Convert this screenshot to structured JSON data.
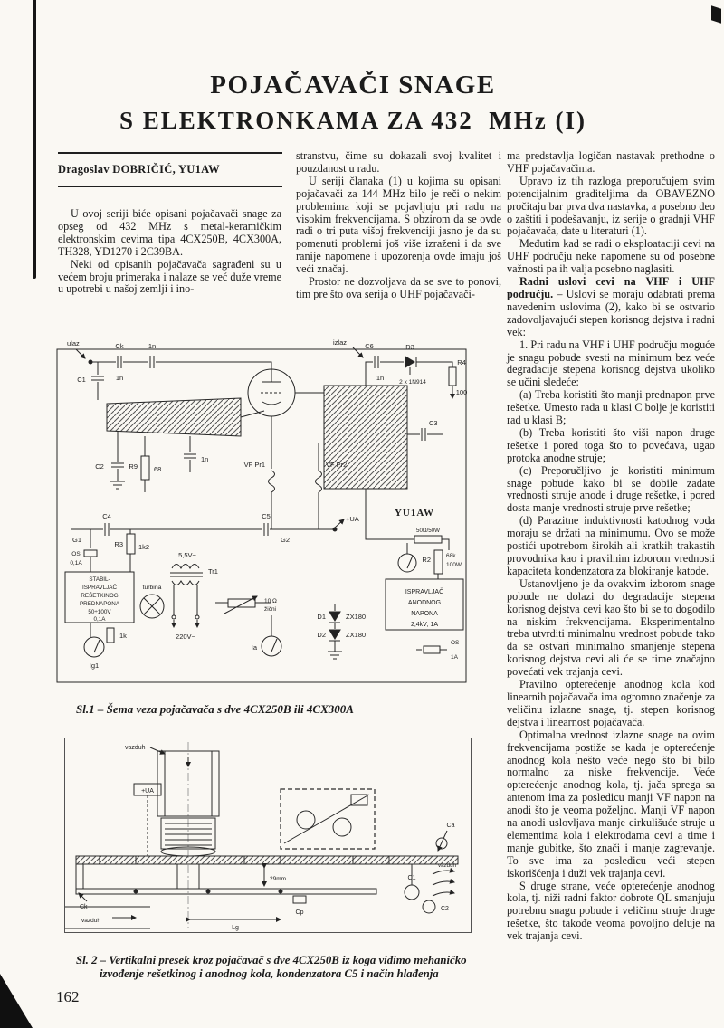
{
  "header": {
    "title_line1": "POJAČAVAČI SNAGE",
    "title_line2": "S ELEKTRONKAMA ZA 432  MHz (I)",
    "author": "Dragoslav DOBRIČIĆ, YU1AW"
  },
  "columns": {
    "col1": [
      "U ovoj seriji biće opisani pojačavači snage za opseg od 432 MHz s metal-keramičkim elektronskim cevima tipa 4CX250B, 4CX300A, TH328, YD1270 i 2C39BA.",
      "Neki od opisanih pojačavača sagrađeni su u većem broju primeraka i nalaze se već duže vreme u upotrebi u našoj zemlji i ino-"
    ],
    "col2": [
      "stranstvu, čime su dokazali svoj kvalitet i pouzdanost u radu.",
      "U seriji članaka (1) u kojima su opisani pojačavači za 144 MHz bilo je reči o nekim problemima koji se pojavljuju pri radu na visokim frekvencijama. S obzirom da se ovde radi o tri puta višoj frekvenciji jasno je da su pomenuti problemi još više izraženi i da sve ranije napomene i upozorenja ovde imaju još veći značaj.",
      "Prostor ne dozvoljava da se sve to ponovi, tim pre što ova serija o UHF pojačavači-"
    ],
    "col3_intro": [
      "ma predstavlja logičan nastavak prethodne o VHF pojačavačima.",
      "Upravo iz tih razloga preporučujem svim potencijalnim graditeljima da OBAVEZNO pročitaju bar prva dva nastavka, a posebno deo o zaštiti i podešavanju, iz serije o gradnji VHF pojačavača, date u literaturi (1).",
      "Međutim kad se radi o eksploataciji cevi na UHF području neke napomene su od posebne važnosti pa ih valja posebno naglasiti."
    ],
    "col3_heading": "Radni uslovi cevi na VHF i UHF području.",
    "col3_heading_rest": " – Uslovi se moraju odabrati prema navedenim uslovima (2), kako bi se ostvario zadovoljavajući stepen korisnog dejstva i radni vek:",
    "col3_rest": [
      "1. Pri radu na VHF i UHF području moguće je snagu pobude svesti na minimum bez veće degradacije stepena korisnog dejstva ukoliko se učini sledeće:",
      "(a) Treba koristiti što manji prednapon prve rešetke. Umesto rada u klasi C bolje je koristiti rad u klasi B;",
      "(b) Treba koristiti što viši napon druge rešetke i pored toga što to povećava, ugao protoka anodne struje;",
      "(c) Preporučljivo je koristiti minimum snage pobude kako bi se dobile zadate vrednosti struje anode i druge rešetke, i pored dosta manje vrednosti struje prve rešetke;",
      "(d) Parazitne induktivnosti katodnog voda moraju se držati na minimumu. Ovo se može postići upotrebom širokih ali kratkih trakastih provodnika kao i pravilnim izborom vrednosti kapaciteta kondenzatora za blokiranje katode.",
      "Ustanovljeno je da ovakvim izborom snage pobude ne dolazi do degradacije stepena korisnog dejstva cevi kao što bi se to dogodilo na niskim frekvencijama. Eksperimentalno treba utvrditi minimalnu vrednost pobude tako da se ostvari minimalno smanjenje stepena korisnog dejstva cevi ali će se time značajno povećati vek trajanja cevi.",
      "Pravilno opterećenje anodnog kola kod linearnih pojačavača ima ogromno značenje za veličinu izlazne snage, tj. stepen korisnog dejstva i linearnost pojačavača.",
      "Optimalna vrednost izlazne snage na ovim frekvencijama postiže se kada je opterećenje anodnog kola nešto veće nego što bi bilo normalno za niske frekvencije. Veće opterećenje anodnog kola, tj. jača sprega sa antenom ima za posledicu manji VF napon na anodi što je veoma poželjno. Manji VF napon na anodi uslovljava manje cirkulišuće struje u elementima kola i elektrodama cevi a time i manje gubitke, što znači i manje zagrevanje. To sve ima za posledicu veći stepen iskorišćenja i duži vek trajanja cevi.",
      "S druge strane, veće opterećenje anodnog kola, tj. niži radni faktor dobrote QL smanjuju potrebnu snagu pobude i veličinu struje druge rešetke, što takođe veoma povoljno deluje na vek trajanja cevi."
    ]
  },
  "fig1": {
    "caption": "Sl.1 – Šema veza pojačavača s dve 4CX250B ili 4CX300A",
    "labels": {
      "ulaz": "ulaz",
      "izlaz": "izlaz",
      "c1": "C1",
      "c2": "C2",
      "c3": "C3",
      "c4": "C4",
      "c5": "C5",
      "c6": "C6",
      "ck": "Ck",
      "n1n": "1n",
      "r9": "R9",
      "r68": "68",
      "r3": "R3",
      "r1k2": "1k2",
      "r1k": "1k",
      "g1": "G1",
      "g2": "G2",
      "ua": "+UA",
      "vfpr1": "VF Pr1",
      "vfpr2": "VF Pr2",
      "r4": "R4",
      "r100": "100",
      "r50": "50Ω/50W",
      "d3": "D3",
      "d3type": "2 x 1N914",
      "r2": "R2",
      "r68k": "68k",
      "r100w": "100W",
      "d1": "D1",
      "d2": "D2",
      "zx180": "ZX180",
      "os": "OS",
      "a1": "1A",
      "a01": "0,1A",
      "tr1": "Tr1",
      "v55": "5,5V~",
      "v220": "220V~",
      "turbina": "turbina",
      "r10": "10 Ω",
      "r10b": "žični",
      "ig1": "Ig1",
      "ia": "Ia",
      "yu1aw": "YU1AW"
    },
    "box_left": [
      "STABIL-",
      "ISPRAVLJAČ",
      "REŠETKINOG",
      "PREDNAPONA",
      "50÷100V",
      "0,1A"
    ],
    "box_right": [
      "ISPRAVLJAČ",
      "ANODNOG",
      "NAPONA",
      "2,4kV; 1A"
    ]
  },
  "fig2": {
    "caption": "Sl. 2 – Vertikalni presek kroz pojačavač s dve 4CX250B iz koga vidimo mehaničko izvođenje rešetkinog i anodnog kola, kondenzatora C5 i način hlađenja",
    "labels": {
      "vazduh": "vazduh",
      "ua": "+UA",
      "ca": "Ca",
      "mm29": "29mm",
      "ck": "Ck",
      "cp": "Cp",
      "lg": "Lg",
      "c1": "C1",
      "c2": "C2"
    }
  },
  "footer": {
    "page_number": "162"
  }
}
